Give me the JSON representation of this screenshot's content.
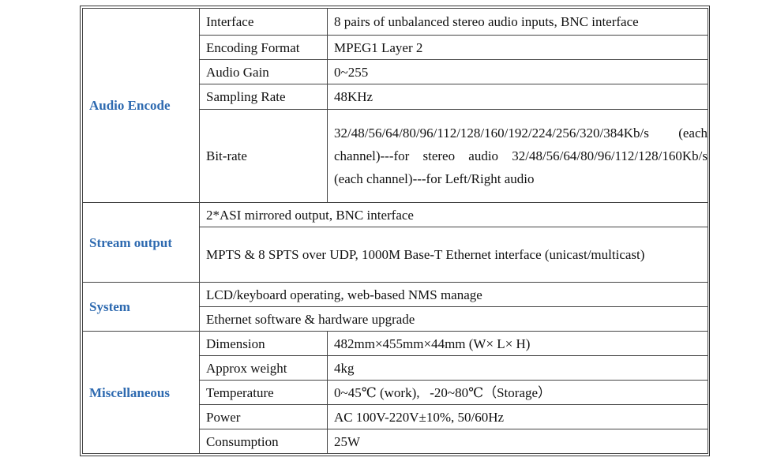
{
  "sections": {
    "audio": {
      "title": "Audio Encode",
      "rows": [
        {
          "label": "Interface",
          "value": "8 pairs of unbalanced stereo audio inputs, BNC interface"
        },
        {
          "label": "Encoding Format",
          "value": "MPEG1 Layer 2"
        },
        {
          "label": "Audio Gain",
          "value": "0~255"
        },
        {
          "label": "Sampling Rate",
          "value": "48KHz"
        },
        {
          "label": "Bit-rate",
          "value": "32/48/56/64/80/96/112/128/160/192/224/256/320/384Kb/s (each channel)---for stereo audio 32/48/56/64/80/96/112/128/160Kb/s (each channel)---for Left/Right audio"
        }
      ]
    },
    "stream": {
      "title": "Stream output",
      "rows": [
        "2*ASI mirrored output, BNC interface",
        "MPTS & 8 SPTS over UDP, 1000M Base-T Ethernet interface (unicast/multicast)"
      ]
    },
    "system": {
      "title": "System",
      "rows": [
        "LCD/keyboard operating, web-based NMS manage",
        "Ethernet software & hardware upgrade"
      ]
    },
    "misc": {
      "title": "Miscellaneous",
      "rows": [
        {
          "label": "Dimension",
          "value": "482mm×455mm×44mm (W× L× H)"
        },
        {
          "label": "Approx weight",
          "value": "4kg"
        },
        {
          "label": "Temperature",
          "value": "0~45℃ (work),   -20~80℃（Storage）"
        },
        {
          "label": "Power",
          "value": "AC 100V-220V±10%, 50/60Hz"
        },
        {
          "label": "Consumption",
          "value": "25W"
        }
      ]
    }
  }
}
